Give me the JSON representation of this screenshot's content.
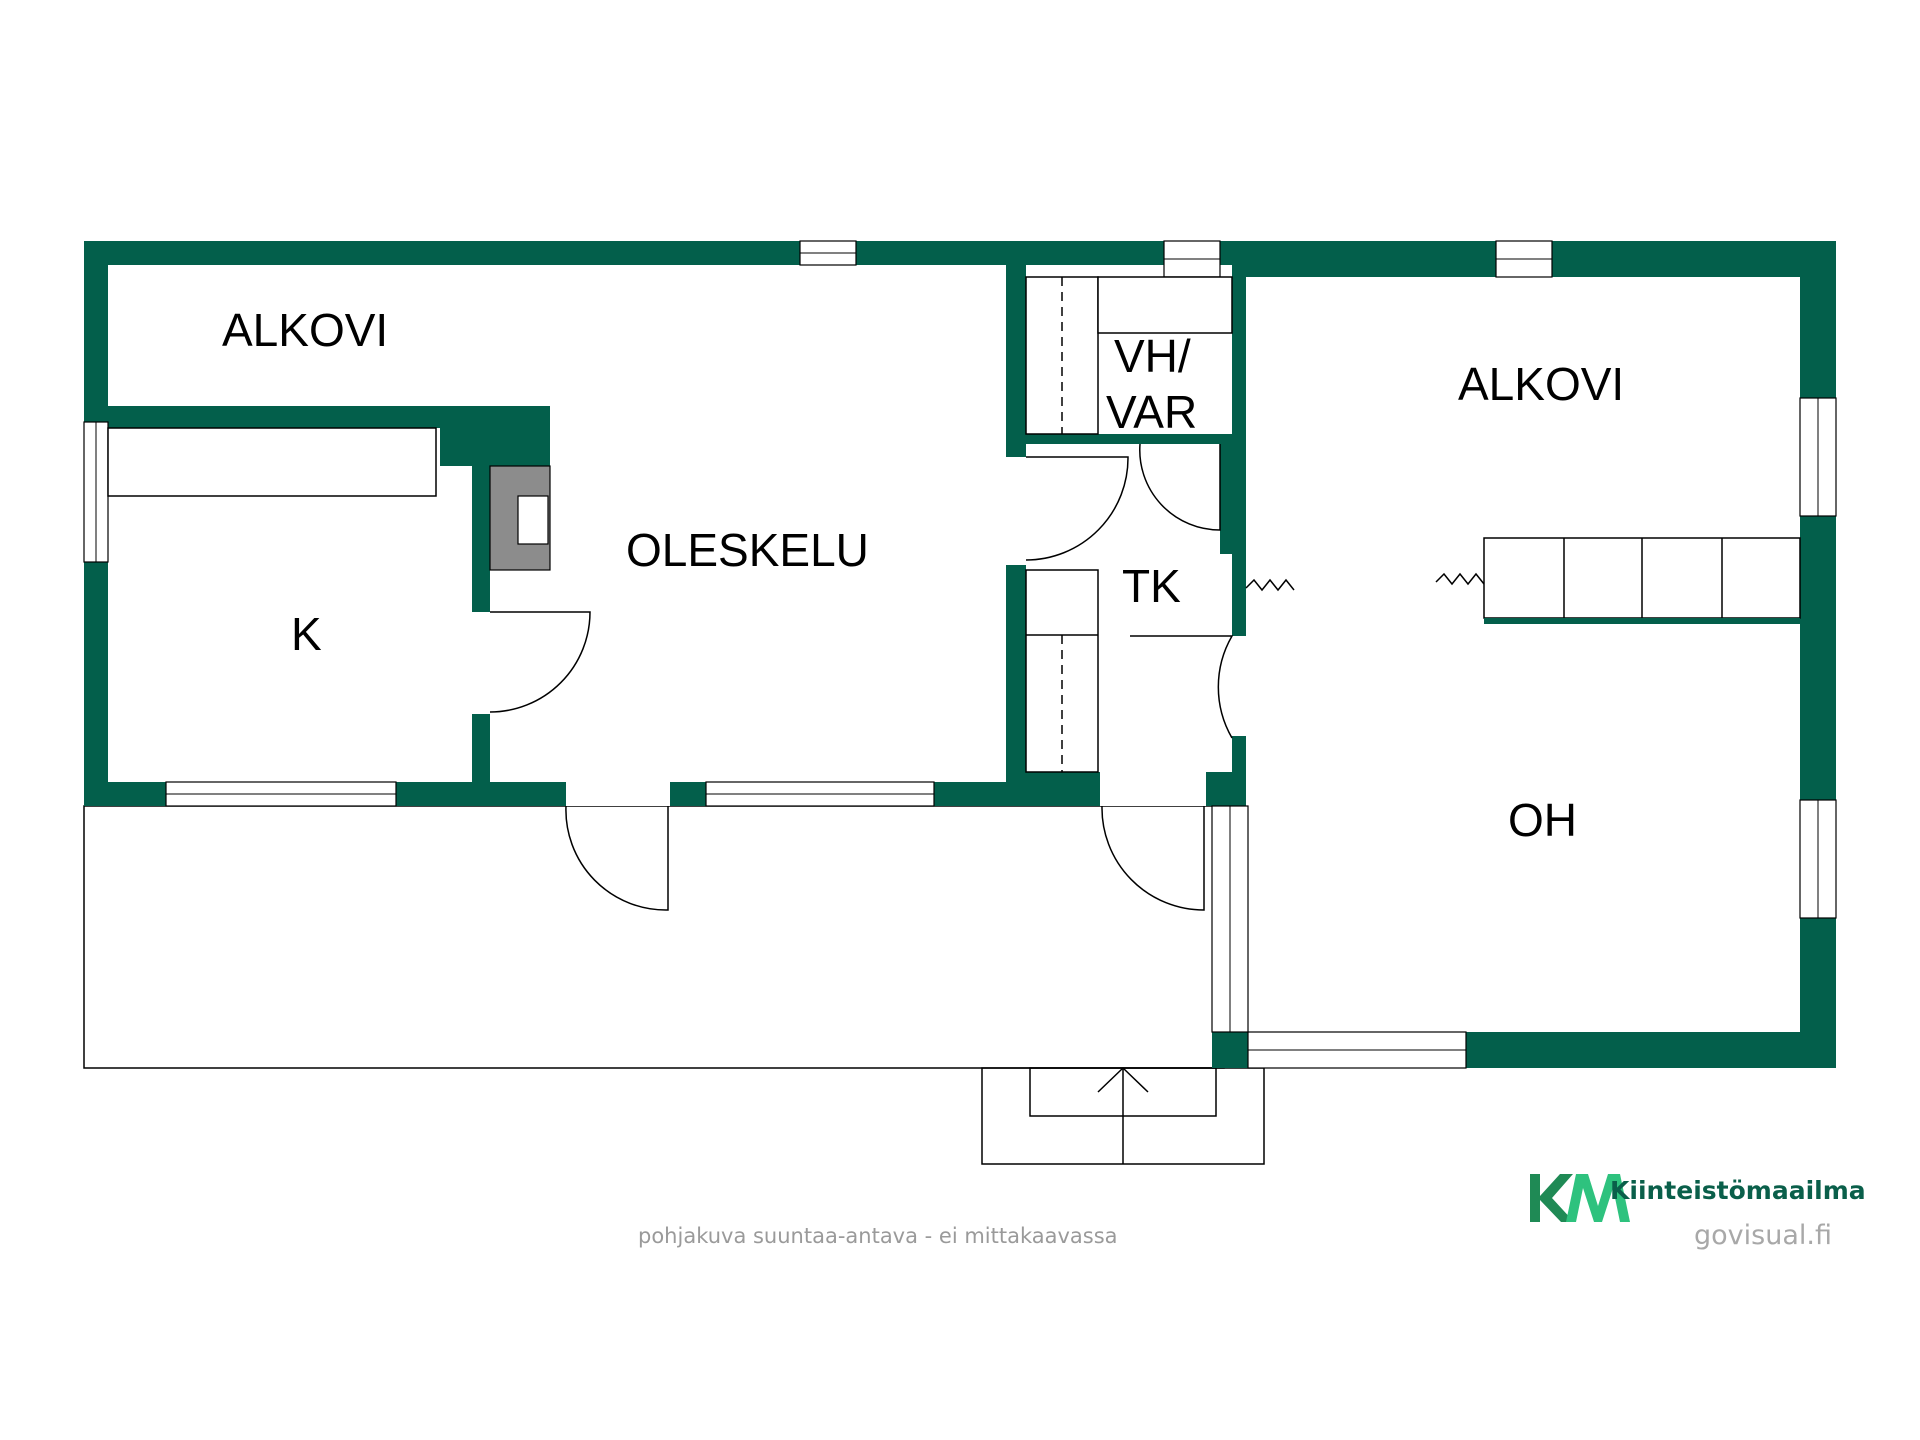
{
  "colors": {
    "wall": "#035f4b",
    "logo_k": "#1f8a55",
    "logo_m": "#2ec27e",
    "brand_text": "#0a5f4a",
    "fireplace": "#8c8c8c"
  },
  "rooms": {
    "alkovi_left": "ALKOVI",
    "oleskelu": "OLESKELU",
    "keittio": "K",
    "vh_var_line1": "VH/",
    "vh_var_line2": "VAR",
    "tk": "TK",
    "alkovi_right": "ALKOVI",
    "oh": "OH"
  },
  "footer": {
    "disclaimer": "pohjakuva suuntaa-antava - ei mittakaavassa",
    "logo_mark": "KM",
    "brand_name": "Kiinteistömaailma",
    "credit": "govisual.fi"
  }
}
